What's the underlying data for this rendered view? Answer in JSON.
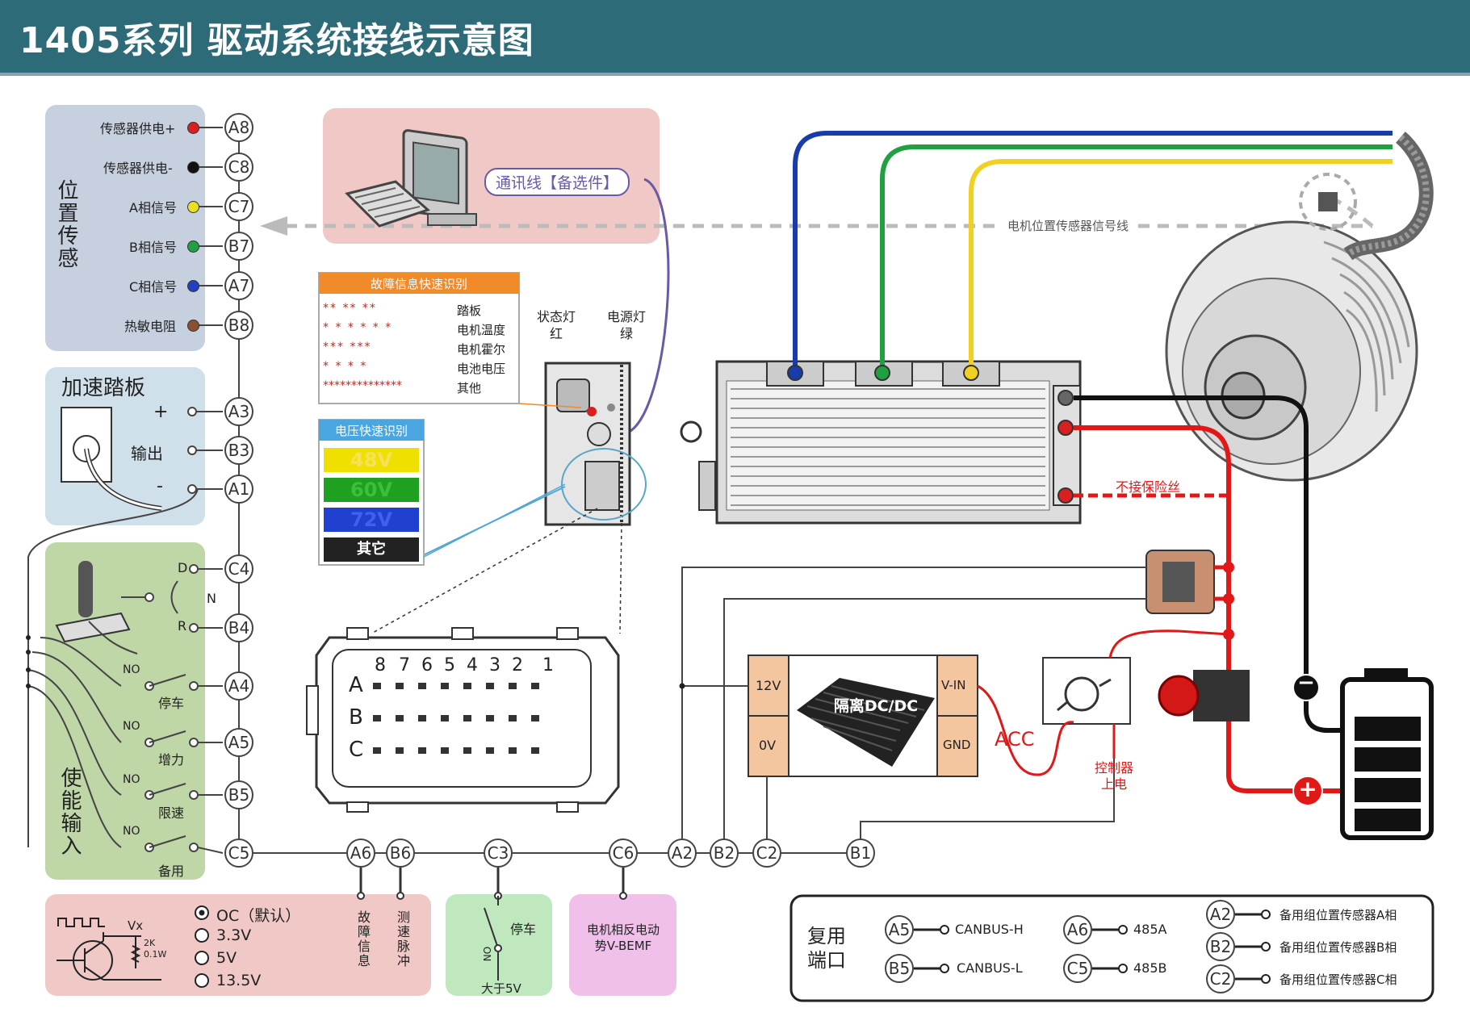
{
  "title": "1405系列 驱动系统接线示意图",
  "groups": {
    "position_sensing": "位置传感",
    "accelerator": "加速踏板",
    "enable_input": "使能输入",
    "reuse_port": "复用端口"
  },
  "sensor_pins": [
    {
      "label": "传感器供电+",
      "pin": "A8",
      "color": "#d82020"
    },
    {
      "label": "传感器供电-",
      "pin": "C8",
      "color": "#111111"
    },
    {
      "label": "A相信号",
      "pin": "C7",
      "color": "#e8e020"
    },
    {
      "label": "B相信号",
      "pin": "B7",
      "color": "#20a040"
    },
    {
      "label": "C相信号",
      "pin": "A7",
      "color": "#2040c0"
    },
    {
      "label": "热敏电阻",
      "pin": "B8",
      "color": "#8a5030"
    }
  ],
  "pedal_pins": [
    {
      "label": "+",
      "pin": "A3"
    },
    {
      "label": "输出",
      "pin": "B3"
    },
    {
      "label": "-",
      "pin": "A1"
    }
  ],
  "gear": {
    "d": "D",
    "n": "N",
    "r": "R",
    "pin_d": "C4",
    "pin_r": "B4"
  },
  "enable_switches": [
    {
      "no": "NO",
      "label": "停车",
      "pin": "A4"
    },
    {
      "no": "NO",
      "label": "增力",
      "pin": "A5"
    },
    {
      "no": "NO",
      "label": "限速",
      "pin": "B5"
    },
    {
      "no": "NO",
      "label": "备用",
      "pin": "C5"
    }
  ],
  "bottom_pins": [
    "A6",
    "B6",
    "C3",
    "C6",
    "A2",
    "B2",
    "C2",
    "B1"
  ],
  "bottom_labels": {
    "a6": "故障信息",
    "b6": "测速脉冲",
    "c3_stop": "停车",
    "c3_no": "NO",
    "c3_v": "大于5V",
    "c6": "电机相反电动势V-BEMF"
  },
  "output_options": {
    "vx": "Vx",
    "resistor": "2K 0.1W",
    "options": [
      "OC（默认）",
      "3.3V",
      "5V",
      "13.5V"
    ]
  },
  "comm": {
    "label": "通讯线【备选件】"
  },
  "sensor_line_label": "电机位置传感器信号线",
  "fault_table": {
    "title": "故障信息快速识别",
    "rows": [
      {
        "code": "**     **     **",
        "name": "踏板"
      },
      {
        "code": "* * *     * * *",
        "name": "电机温度"
      },
      {
        "code": "***       ***",
        "name": "电机霍尔"
      },
      {
        "code": "* *       * *",
        "name": "电池电压"
      },
      {
        "code": "**************",
        "name": "其他"
      }
    ]
  },
  "voltage_table": {
    "title": "电压快速识别",
    "rows": [
      {
        "label": "48V",
        "bg": "#f0e000",
        "fg": "#f5e15a"
      },
      {
        "label": "60V",
        "bg": "#20a020",
        "fg": "#3cc03c"
      },
      {
        "label": "72V",
        "bg": "#2040d0",
        "fg": "#4060f0"
      },
      {
        "label": "其它",
        "bg": "#222222",
        "fg": "#ffffff"
      }
    ]
  },
  "leds": {
    "status": "状态灯红",
    "power": "电源灯绿"
  },
  "connector": {
    "cols": [
      "8",
      "7",
      "6",
      "5",
      "4",
      "3",
      "2",
      "1"
    ],
    "rows": [
      "A",
      "B",
      "C"
    ]
  },
  "dcdc": {
    "title": "隔离DC/DC",
    "pin_12v": "12V",
    "pin_0v": "0V",
    "pin_vin": "V-IN",
    "pin_gnd": "GND"
  },
  "acc": "ACC",
  "power_on": "控制器上电",
  "no_fuse": "不接保险丝",
  "battery": {
    "minus": "−",
    "plus": "+"
  },
  "reuse": {
    "rows": [
      {
        "pin": "A5",
        "label": "CANBUS-H"
      },
      {
        "pin": "B5",
        "label": "CANBUS-L"
      },
      {
        "pin": "A6",
        "label": "485A"
      },
      {
        "pin": "C5",
        "label": "485B"
      },
      {
        "pin": "A2",
        "label": "备用组位置传感器A相"
      },
      {
        "pin": "B2",
        "label": "备用组位置传感器B相"
      },
      {
        "pin": "C2",
        "label": "备用组位置传感器C相"
      }
    ]
  },
  "colors": {
    "header": "#2e6b78",
    "wire_red": "#e01818",
    "wire_blue": "#1a3caa",
    "wire_green": "#20a040",
    "wire_yellow": "#f0d020"
  }
}
